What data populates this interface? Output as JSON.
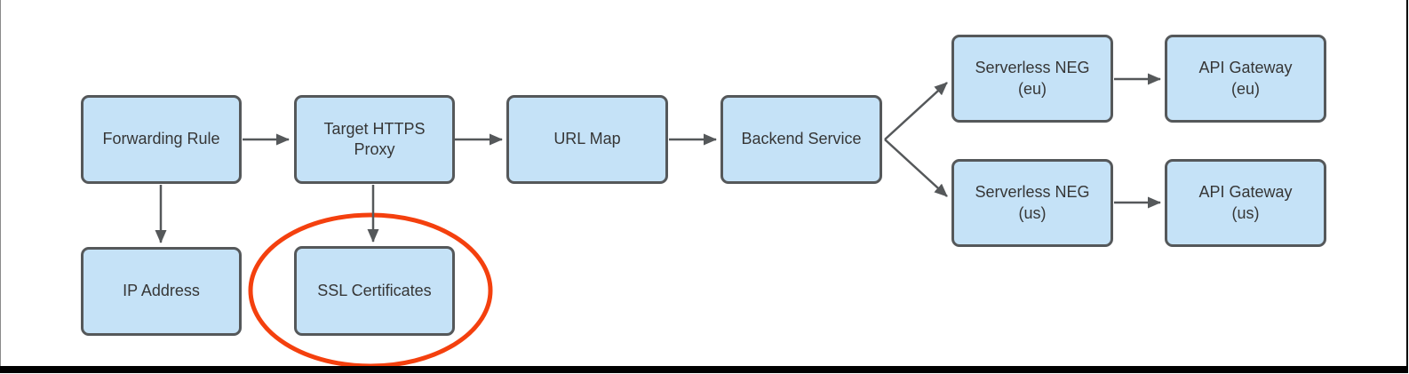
{
  "diagram": {
    "nodes": [
      {
        "id": "forwarding-rule",
        "label": "Forwarding Rule"
      },
      {
        "id": "target-https-proxy",
        "label": "Target HTTPS\nProxy"
      },
      {
        "id": "url-map",
        "label": "URL Map"
      },
      {
        "id": "backend-service",
        "label": "Backend Service"
      },
      {
        "id": "serverless-neg-eu",
        "label": "Serverless NEG\n(eu)"
      },
      {
        "id": "api-gateway-eu",
        "label": "API Gateway\n(eu)"
      },
      {
        "id": "serverless-neg-us",
        "label": "Serverless NEG\n(us)"
      },
      {
        "id": "api-gateway-us",
        "label": "API Gateway\n(us)"
      },
      {
        "id": "ip-address",
        "label": "IP Address"
      },
      {
        "id": "ssl-certificates",
        "label": "SSL Certificates"
      }
    ],
    "edges": [
      {
        "from": "forwarding-rule",
        "to": "target-https-proxy"
      },
      {
        "from": "target-https-proxy",
        "to": "url-map"
      },
      {
        "from": "url-map",
        "to": "backend-service"
      },
      {
        "from": "backend-service",
        "to": "serverless-neg-eu"
      },
      {
        "from": "backend-service",
        "to": "serverless-neg-us"
      },
      {
        "from": "serverless-neg-eu",
        "to": "api-gateway-eu"
      },
      {
        "from": "serverless-neg-us",
        "to": "api-gateway-us"
      },
      {
        "from": "forwarding-rule",
        "to": "ip-address"
      },
      {
        "from": "target-https-proxy",
        "to": "ssl-certificates"
      }
    ],
    "highlight": {
      "shape": "ellipse",
      "around": "ssl-certificates",
      "color": "#f4400e"
    },
    "colors": {
      "node_fill": "#c5e2f7",
      "node_border": "#55585a",
      "connector": "#55585a",
      "text": "#363636",
      "highlight": "#f4400e"
    }
  }
}
